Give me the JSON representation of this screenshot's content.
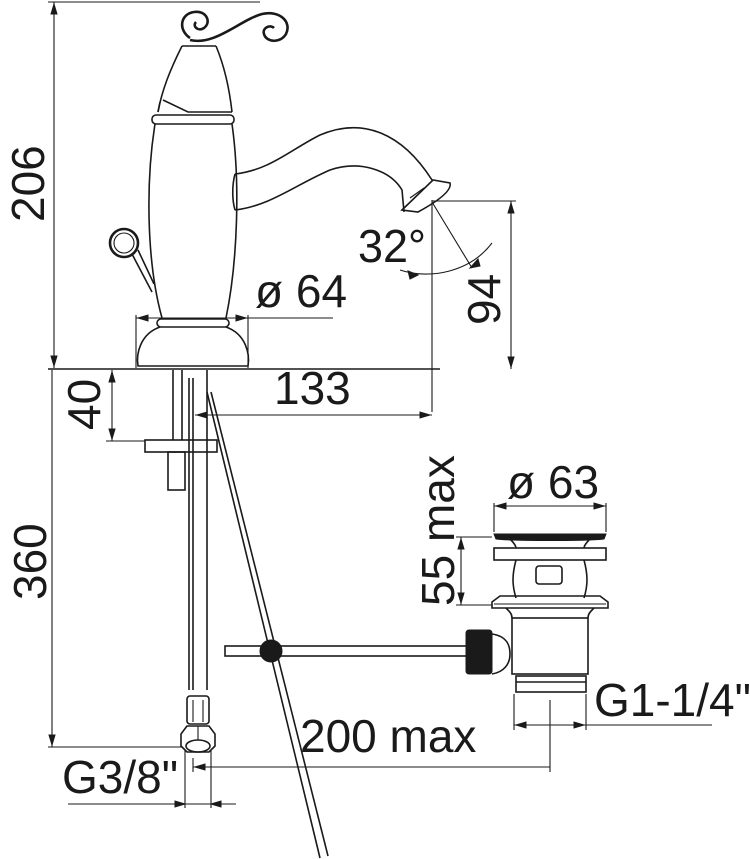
{
  "drawing": {
    "title": "Single-lever basin mixer with pop-up waste — dimensional drawing",
    "colors": {
      "line": "#1a1a1a",
      "background": "#ffffff"
    },
    "dimensions": {
      "total_height": "206",
      "spout_angle": "32°",
      "spout_outlet_height": "94",
      "base_diameter": "ø 64",
      "spout_reach": "133",
      "tail_length": "40",
      "hose_length": "360",
      "waste_diameter": "ø 63",
      "waste_height": "55 max",
      "waste_thread": "G1-1/4\"",
      "rod_reach": "200 max",
      "hose_thread": "G3/8\""
    }
  }
}
